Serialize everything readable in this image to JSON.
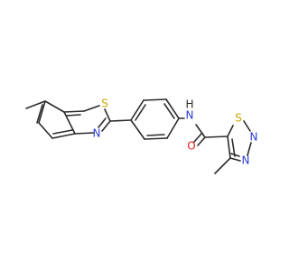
{
  "molecule": {
    "atoms": [
      {
        "id": "S1",
        "label": "S"
      },
      {
        "id": "N1",
        "label": "N"
      },
      {
        "id": "NH",
        "label": "N"
      },
      {
        "id": "H",
        "label": "H"
      },
      {
        "id": "S2",
        "label": "S"
      },
      {
        "id": "N2",
        "label": "N"
      },
      {
        "id": "N3",
        "label": "N"
      },
      {
        "id": "O",
        "label": "O"
      }
    ],
    "colors": {
      "bond": "#2b2b2b",
      "sulfur": "#c9a800",
      "nitrogen": "#2b3bd6",
      "oxygen": "#e0201b"
    }
  }
}
